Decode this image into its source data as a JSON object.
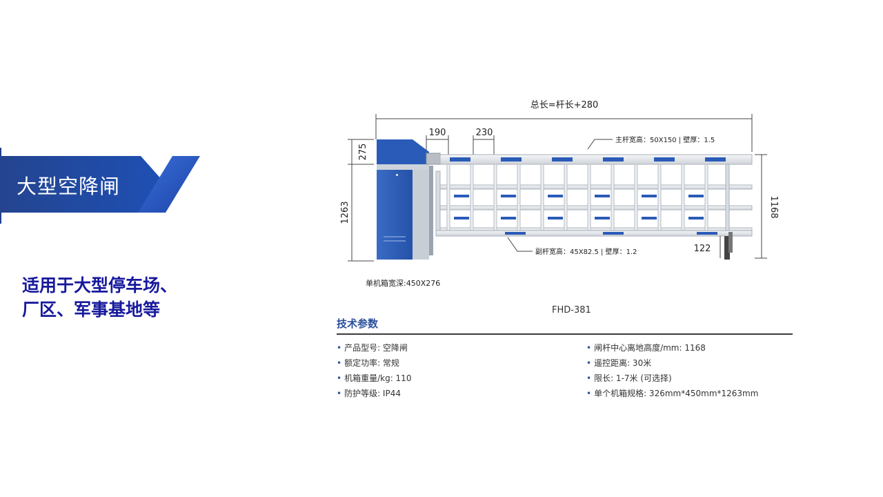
{
  "banner": {
    "title": "大型空降闸",
    "color": "#1e46a0"
  },
  "subtitle": {
    "line1": "适用于大型停车场、",
    "line2": "厂区、军事基地等",
    "color": "#17199c"
  },
  "diagram": {
    "total_length": "总长=杆长+280",
    "dim_190": "190",
    "dim_230": "230",
    "dim_275": "275",
    "dim_1263": "1263",
    "dim_1168": "1168",
    "dim_122": "122",
    "main_pole": "主杆宽高：50X150 | 壁厚：1.5",
    "sub_pole": "副杆宽高：45X82.5 | 壁厚：1.2",
    "cabinet": "单机箱宽深:450X276"
  },
  "model": "FHD-381",
  "specs": {
    "title": "技术参数",
    "left": [
      "产品型号: 空降闸",
      "额定功率: 常规",
      "机箱重量/kg: 110",
      "防护等级: IP44"
    ],
    "right": [
      "闸杆中心离地高度/mm: 1168",
      "遥控距离: 30米",
      "限长: 1-7米 (可选择)",
      "单个机箱规格: 326mm*450mm*1263mm"
    ]
  }
}
